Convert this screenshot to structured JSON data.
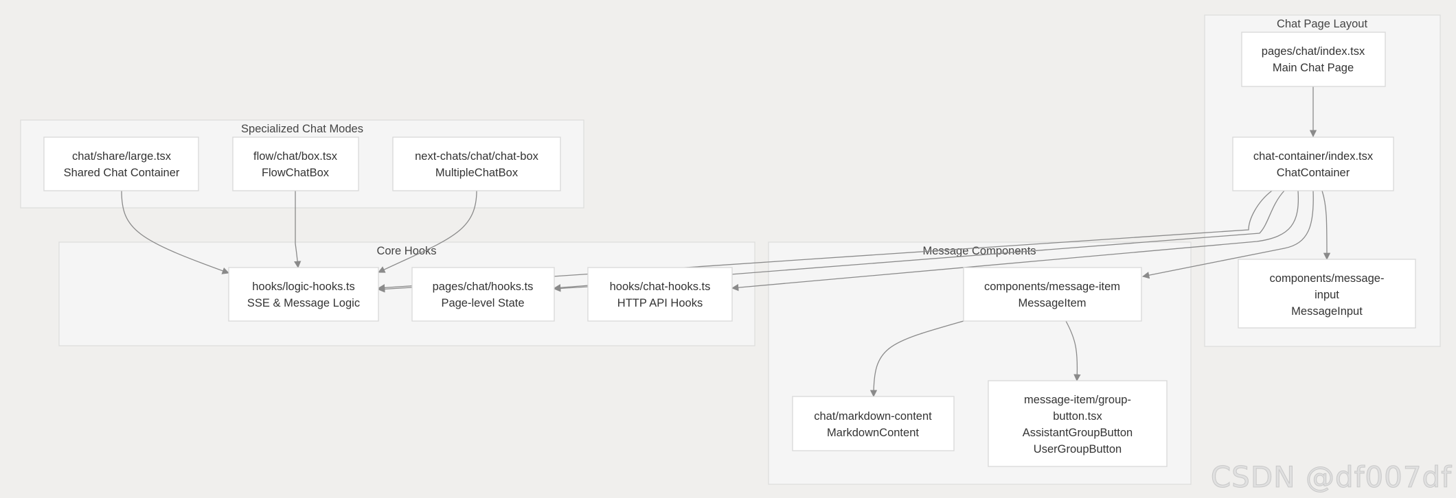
{
  "clusters": {
    "layout": "Chat Page Layout",
    "modes": "Specialized Chat Modes",
    "hooks": "Core Hooks",
    "message": "Message Components"
  },
  "nodes": {
    "chat_page": [
      "pages/chat/index.tsx",
      "Main Chat Page"
    ],
    "chat_container": [
      "chat-container/index.tsx",
      "ChatContainer"
    ],
    "message_input": [
      "components/message-",
      "input",
      "MessageInput"
    ],
    "shared": [
      "chat/share/large.tsx",
      "Shared Chat Container"
    ],
    "flow": [
      "flow/chat/box.tsx",
      "FlowChatBox"
    ],
    "multi": [
      "next-chats/chat/chat-box",
      "MultipleChatBox"
    ],
    "logic_hooks": [
      "hooks/logic-hooks.ts",
      "SSE & Message Logic"
    ],
    "page_hooks": [
      "pages/chat/hooks.ts",
      "Page-level State"
    ],
    "chat_hooks": [
      "hooks/chat-hooks.ts",
      "HTTP API Hooks"
    ],
    "message_item": [
      "components/message-item",
      "MessageItem"
    ],
    "markdown": [
      "chat/markdown-content",
      "MarkdownContent"
    ],
    "group_button": [
      "message-item/group-",
      "button.tsx",
      "AssistantGroupButton",
      "UserGroupButton"
    ]
  },
  "watermark": "CSDN @df007df"
}
